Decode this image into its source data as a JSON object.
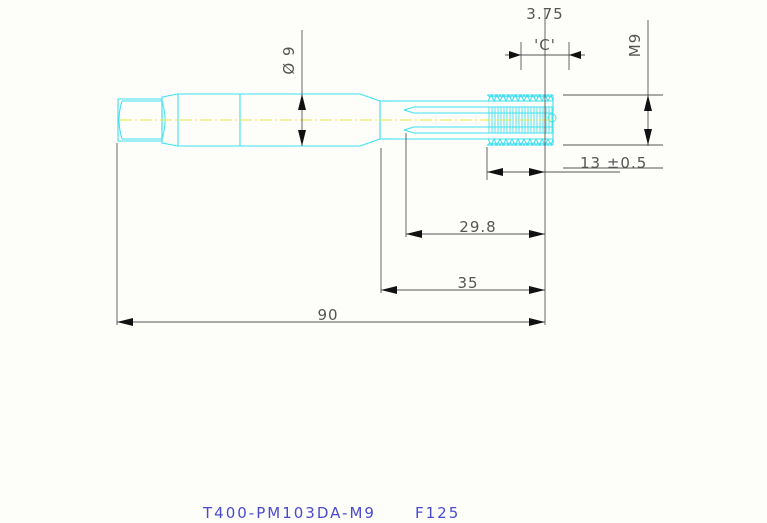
{
  "drawing": {
    "background_color": "#fdfdfa",
    "part_outline_color": "#40e0f0",
    "centerline_color": "#e8e84a",
    "dimension_color": "#555555",
    "title_color": "#4a4ad0",
    "title": "T400-PM103DA-M9",
    "title_code": "F125",
    "dimensions": {
      "overall_length": "90",
      "length_35": "35",
      "length_29_8": "29.8",
      "thread_length": "13  ±0.5",
      "pitch_or_chamfer": "3.75",
      "detail_callout": "'C'",
      "shank_diameter": "Ø 9",
      "thread_spec": "M9"
    }
  }
}
